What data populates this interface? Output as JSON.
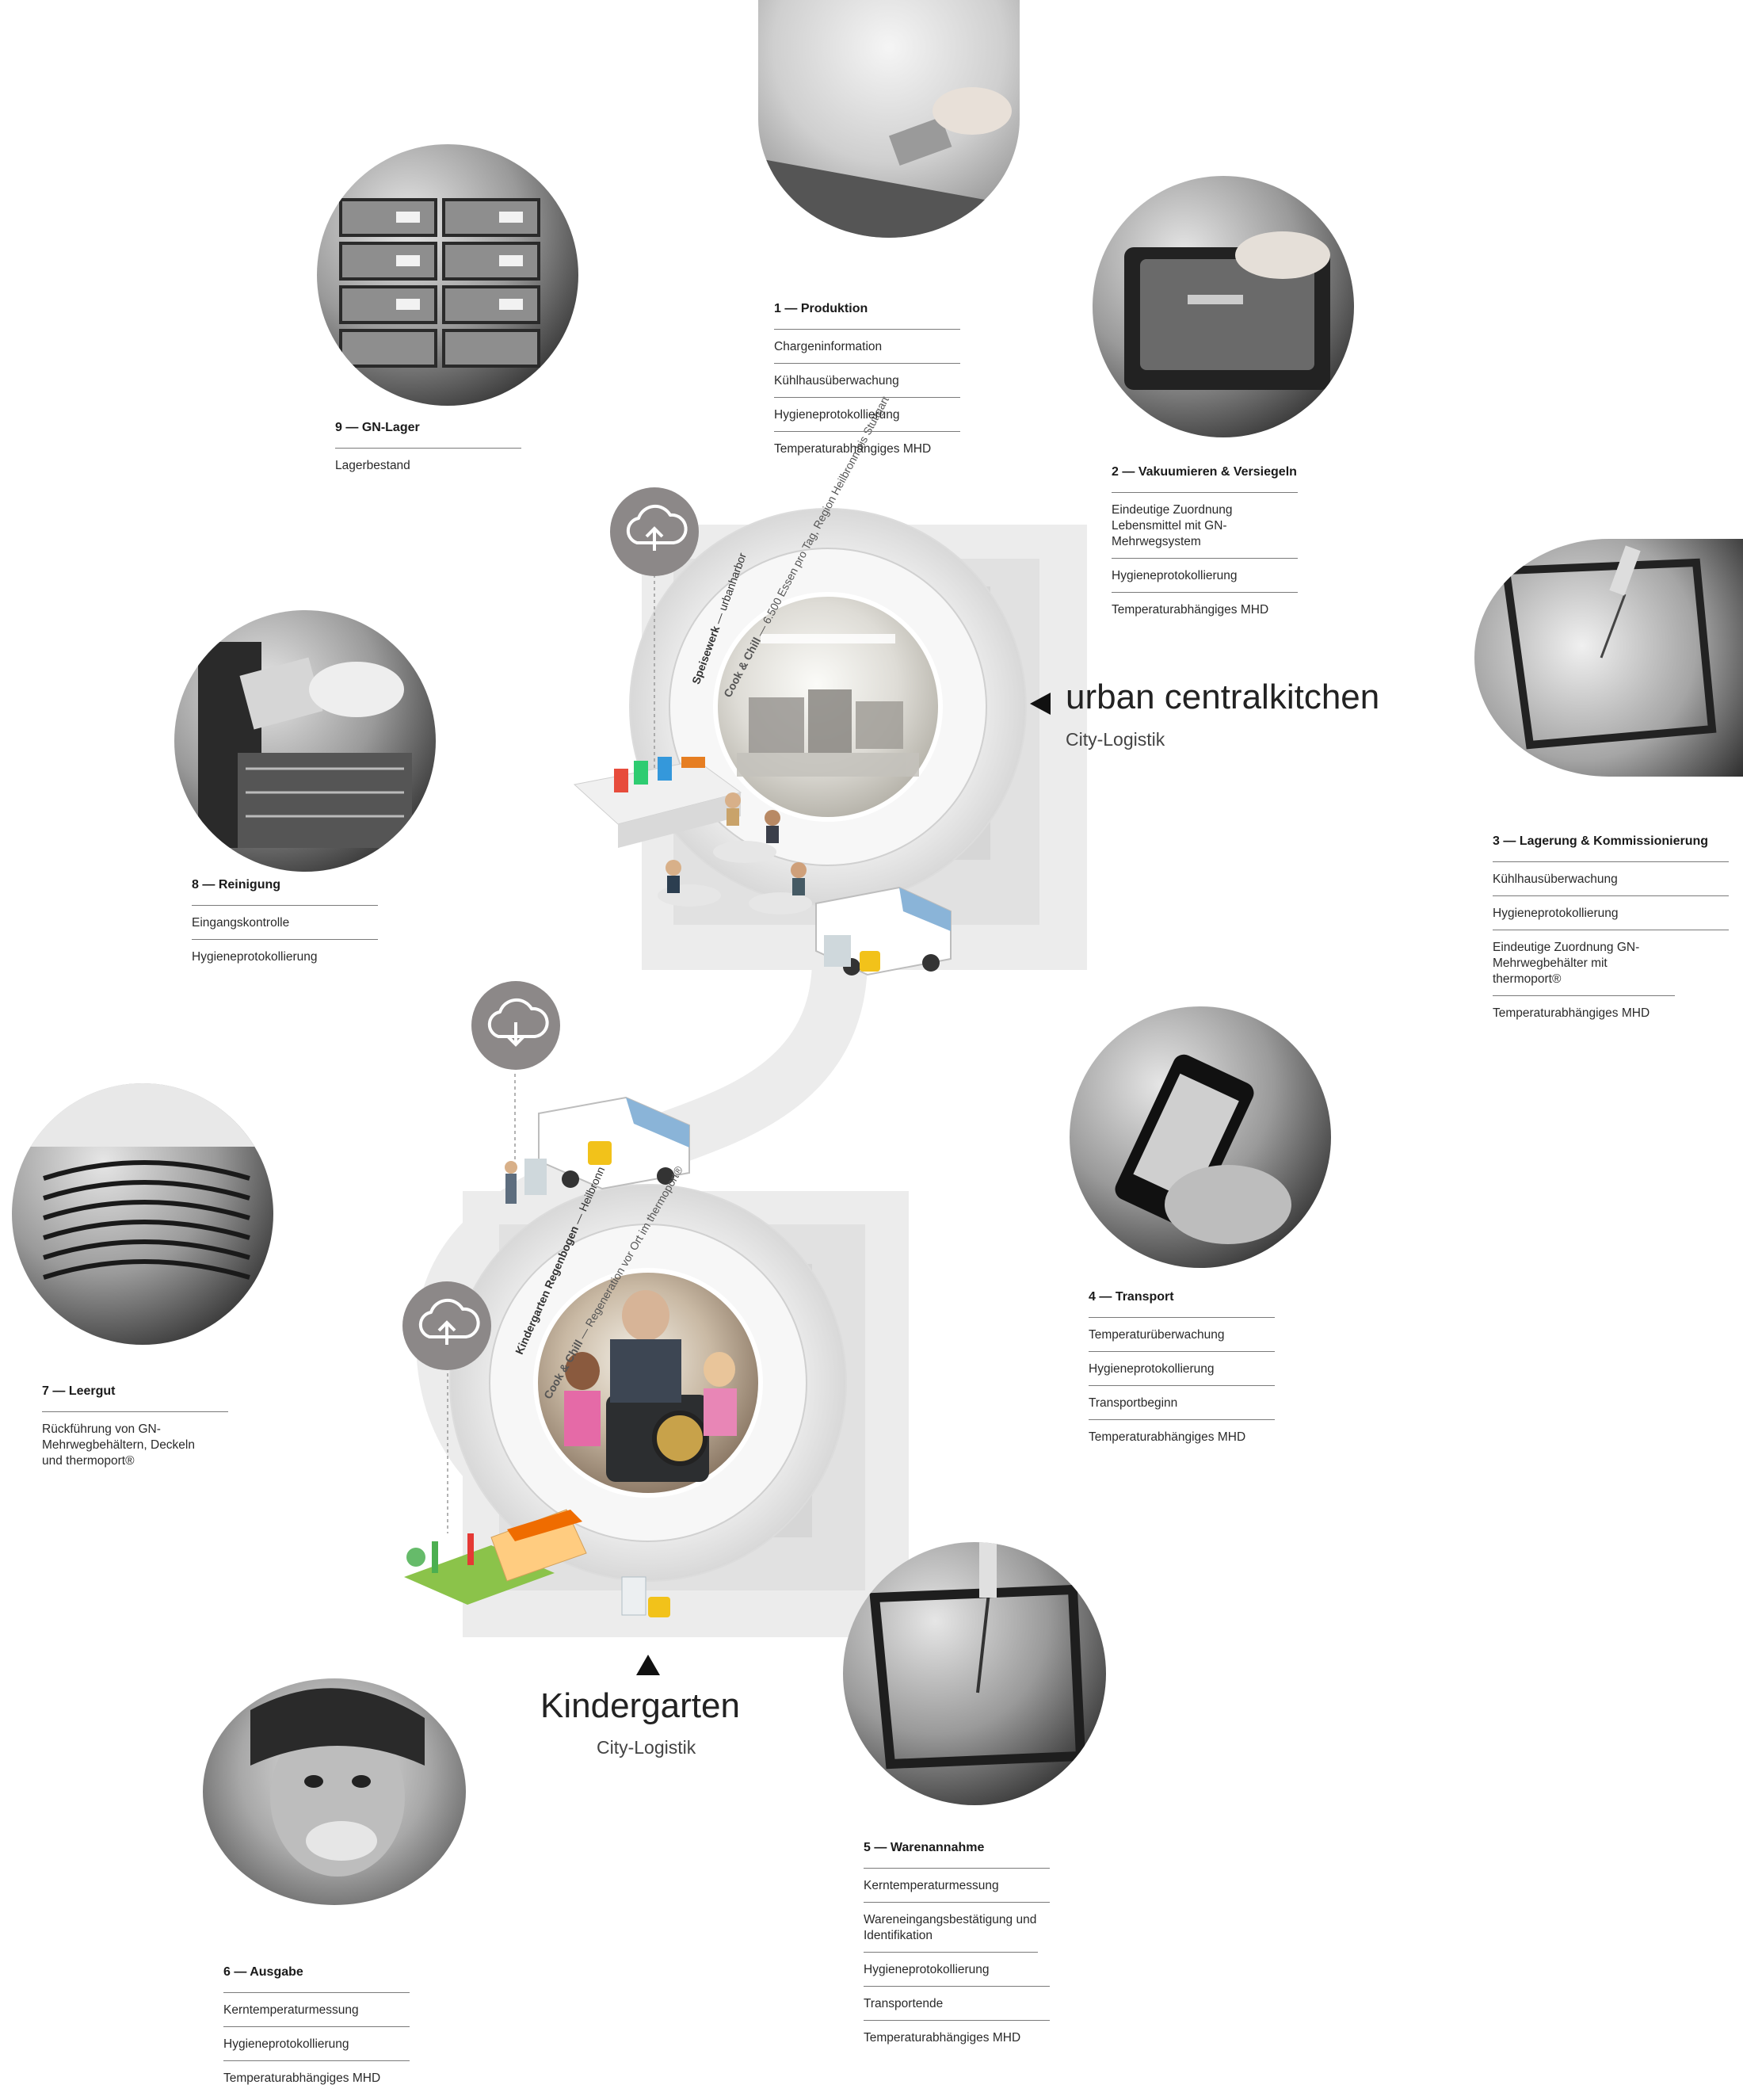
{
  "central": {
    "title": "urban centralkitchen",
    "subtitle": "City-Logistik",
    "ring_name": "Speisewerk",
    "ring_name_suffix": "— urbanharbor",
    "ring_method": "Cook & Chill",
    "ring_method_suffix": "— 6.500 Essen pro Tag, Region Heilbronn bis Stuttgart"
  },
  "kindergarten": {
    "title": "Kindergarten",
    "subtitle": "City-Logistik",
    "ring_name": "Kindergarten Regenbogen",
    "ring_name_suffix": "— Heilbronn",
    "ring_method": "Cook & Chill",
    "ring_method_suffix": "— Regeneration vor Ort im thermoport®"
  },
  "steps": [
    {
      "id": "1",
      "title": "Produktion",
      "items": [
        "Chargeninformation",
        "Kühlhausüberwachung",
        "Hygieneprotokollierung",
        "Temperaturabhängiges MHD"
      ]
    },
    {
      "id": "2",
      "title": "Vakuumieren & Versiegeln",
      "items": [
        "Eindeutige Zuordnung Lebensmittel mit GN-Mehrwegsystem",
        "Hygieneprotokollierung",
        "Temperaturabhängiges MHD"
      ]
    },
    {
      "id": "3",
      "title": "Lagerung & Kommissionierung",
      "items": [
        "Kühlhausüberwachung",
        "Hygieneprotokollierung",
        "Eindeutige Zuordnung GN-Mehrwegbehälter mit thermoport®",
        "Temperaturabhängiges MHD"
      ]
    },
    {
      "id": "4",
      "title": "Transport",
      "items": [
        "Temperaturüberwachung",
        "Hygieneprotokollierung",
        "Transportbeginn",
        "Temperaturabhängiges MHD"
      ]
    },
    {
      "id": "5",
      "title": "Warenannahme",
      "items": [
        "Kerntemperaturmessung",
        "Wareneingangsbestätigung und Identifikation",
        "Hygieneprotokollierung",
        "Transportende",
        "Temperaturabhängiges MHD"
      ]
    },
    {
      "id": "6",
      "title": "Ausgabe",
      "items": [
        "Kerntemperaturmessung",
        "Hygieneprotokollierung",
        "Temperaturabhängiges MHD"
      ]
    },
    {
      "id": "7",
      "title": "Leergut",
      "items": [
        "Rückführung von GN-Mehrwegbehältern, Deckeln und thermoport®"
      ]
    },
    {
      "id": "8",
      "title": "Reinigung",
      "items": [
        "Eingangskontrolle",
        "Hygieneprotokollierung"
      ]
    },
    {
      "id": "9",
      "title": "GN-Lager",
      "items": [
        "Lagerbestand"
      ]
    }
  ],
  "step_separator": "—",
  "colors": {
    "cloud": "#8c8888",
    "accent_yellow": "#f2c21a",
    "line": "#7a7a7a"
  }
}
